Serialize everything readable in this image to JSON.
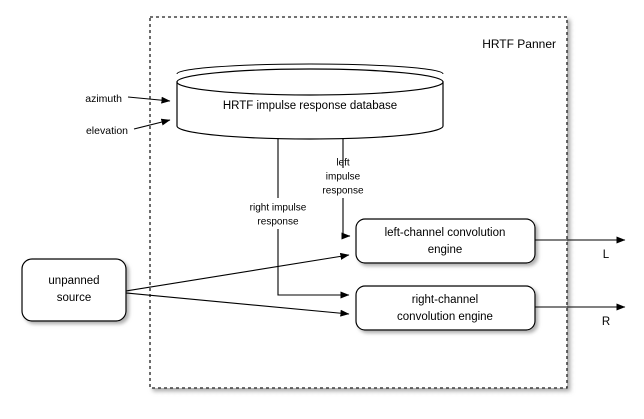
{
  "diagram": {
    "title": "HRTF Panner",
    "boundary_label": "HRTF Panner",
    "nodes": {
      "database": "HRTF impulse response database",
      "source": {
        "line1": "unpanned",
        "line2": "source"
      },
      "left_engine": {
        "line1": "left-channel convolution",
        "line2": "engine"
      },
      "right_engine": {
        "line1": "right-channel",
        "line2": "convolution engine"
      }
    },
    "inputs": {
      "azimuth": "azimuth",
      "elevation": "elevation"
    },
    "outputs": {
      "left": "L",
      "right": "R"
    },
    "edge_labels": {
      "left_impulse": {
        "line1": "left",
        "line2": "impulse",
        "line3": "response"
      },
      "right_impulse": {
        "line1": "right impulse",
        "line2": "response"
      }
    },
    "colors": {
      "stroke": "#000000",
      "fill": "#ffffff",
      "boundary": "#1a1a1a",
      "shadow": "#b4b4b4"
    }
  }
}
